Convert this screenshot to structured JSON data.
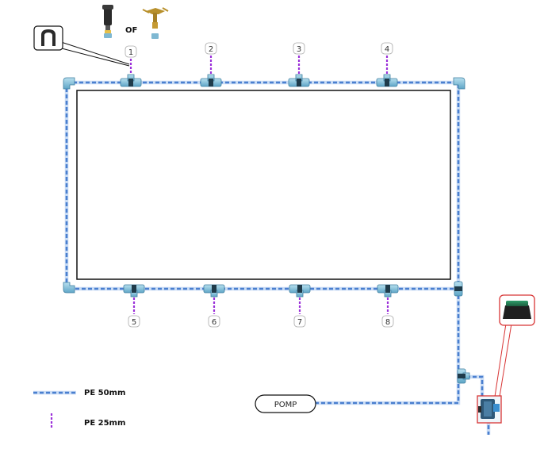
{
  "diagram": {
    "or_label": "OF",
    "pomp_label": "POMP",
    "sprinkler_numbers": [
      "1",
      "2",
      "3",
      "4",
      "5",
      "6",
      "7",
      "8"
    ],
    "legend": {
      "pe50_label": "PE 50mm",
      "pe25_label": "PE 25mm"
    },
    "colors": {
      "pipe_pe50": "#5b8fd6",
      "pipe_pe50_light": "#c9dcf5",
      "pipe_pe25": "#9b30d9",
      "fitting": "#8fc6de",
      "callout_red": "#d83535"
    }
  }
}
